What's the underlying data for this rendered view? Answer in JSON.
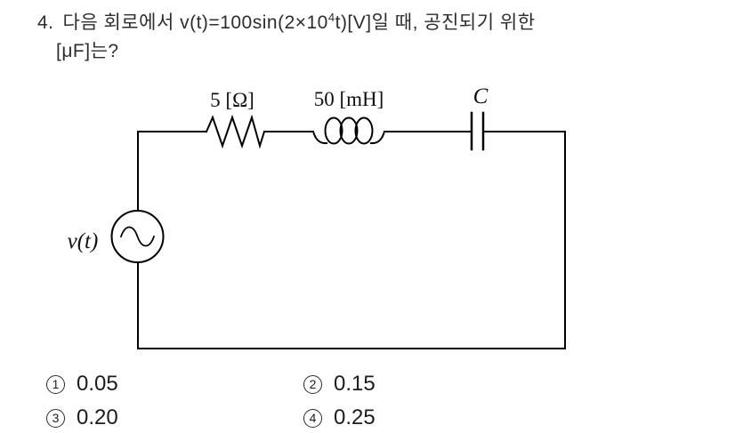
{
  "question": {
    "number": "4.",
    "line1_before_sup": "다음 회로에서 v(t)=100sin(2×10",
    "line1_sup": "4",
    "line1_after_sup": "t)[V]일 때, 공진되기 위한",
    "line2": "[μF]는?"
  },
  "circuit": {
    "source_label": "v(t)",
    "resistor_label": "5 [Ω]",
    "inductor_label": "50 [mH]",
    "capacitor_label": "C"
  },
  "choices": [
    {
      "number": "1",
      "value": "0.05"
    },
    {
      "number": "2",
      "value": "0.15"
    },
    {
      "number": "3",
      "value": "0.20"
    },
    {
      "number": "4",
      "value": "0.25"
    }
  ],
  "colors": {
    "ink": "#2d2d2d",
    "line": "#000000",
    "background": "#ffffff"
  }
}
